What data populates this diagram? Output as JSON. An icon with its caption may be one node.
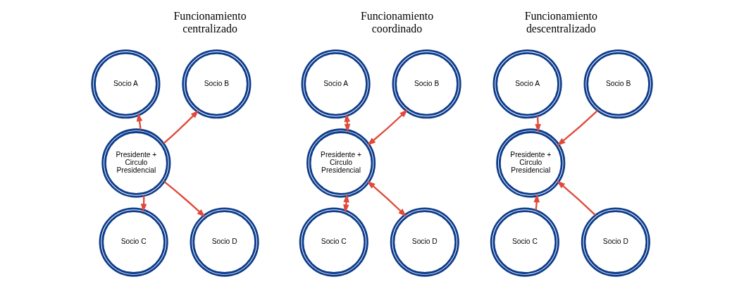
{
  "diagram": {
    "nodes": [
      {
        "text": [
          "Socio A"
        ]
      },
      {
        "text": [
          "Socio B"
        ]
      },
      {
        "text": [
          "Presidente + Circulo Presidencial"
        ]
      },
      {
        "text": [
          "Socio C"
        ]
      },
      {
        "text": [
          "Socio D"
        ]
      },
      {
        "text": [
          "Socio A"
        ]
      },
      {
        "text": [
          "Socio B"
        ]
      },
      {
        "text": [
          "Presidente + Circulo Presidencial"
        ]
      },
      {
        "text": [
          "Socio C"
        ]
      },
      {
        "text": [
          "Socio D"
        ]
      },
      {
        "text": [
          "Socio A"
        ]
      },
      {
        "text": [
          "Socio B"
        ]
      },
      {
        "text": [
          "Presidente + Circulo Presidencial"
        ]
      },
      {
        "text": [
          "Socio C"
        ]
      },
      {
        "text": [
          "Socio D"
        ]
      }
    ],
    "edges": [
      {
        "from": 2,
        "to": 0,
        "arrow": "to"
      },
      {
        "from": 2,
        "to": 1,
        "arrow": "to"
      },
      {
        "from": 2,
        "to": 3,
        "arrow": "to"
      },
      {
        "from": 2,
        "to": 4,
        "arrow": "to"
      },
      {
        "from": 7,
        "to": 5,
        "arrow": "both"
      },
      {
        "from": 7,
        "to": 6,
        "arrow": "both"
      },
      {
        "from": 7,
        "to": 8,
        "arrow": "both"
      },
      {
        "from": 7,
        "to": 9,
        "arrow": "both"
      },
      {
        "from": 10,
        "to": 12,
        "arrow": "to"
      },
      {
        "from": 11,
        "to": 12,
        "arrow": "to"
      },
      {
        "from": 13,
        "to": 12,
        "arrow": "to"
      },
      {
        "from": 14,
        "to": 12,
        "arrow": "to"
      }
    ],
    "labels": [
      "Funcionamiento centralizado",
      "Funcionamiento coordinado",
      "Funcionamiento descentralizado"
    ]
  }
}
